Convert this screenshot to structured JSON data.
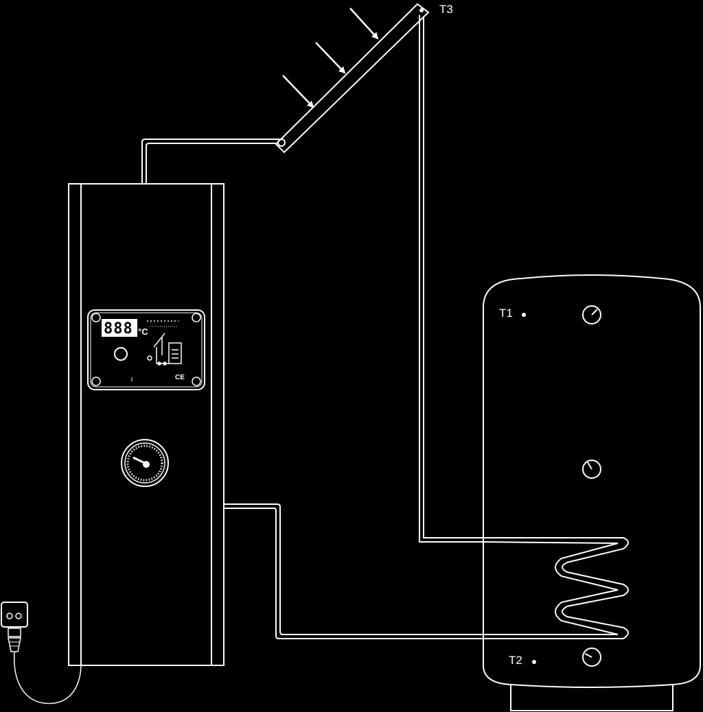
{
  "sensors": {
    "t1": "T1",
    "t2": "T2",
    "t3": "T3"
  },
  "controller": {
    "display_value": "888",
    "display_unit": "°C",
    "ce_mark": "CE"
  },
  "colors": {
    "background": "#000000",
    "line": "#ffffff"
  }
}
